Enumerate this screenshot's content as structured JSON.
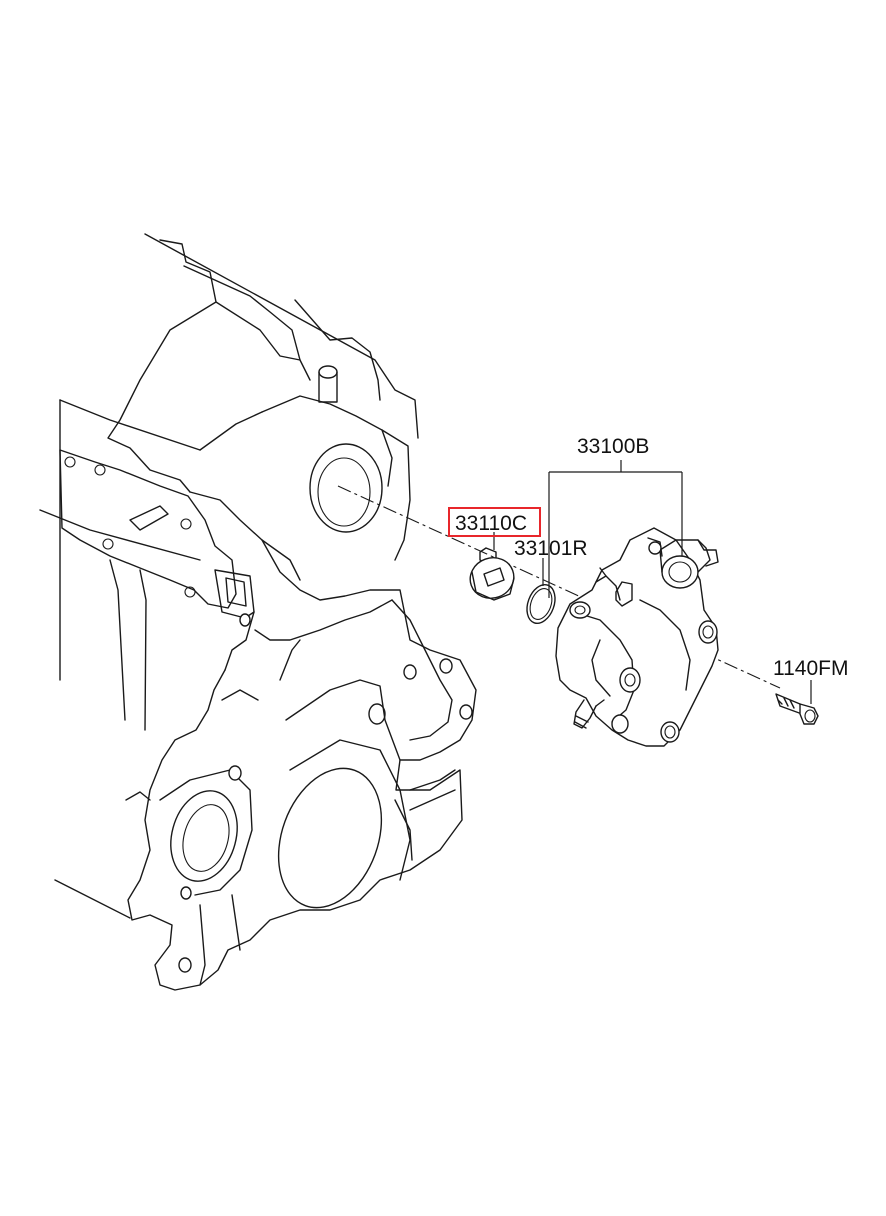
{
  "callouts": {
    "pump_assembly": "33100B",
    "sprocket_hub": "33110C",
    "o_ring": "33101R",
    "flange_bolt": "1140FM"
  },
  "highlight": {
    "target": "33110C",
    "color": "#e8262b"
  }
}
